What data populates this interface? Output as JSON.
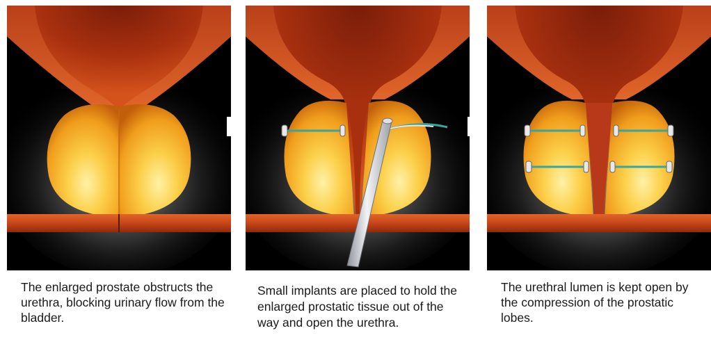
{
  "colors": {
    "prostate_light": "#fbe27a",
    "prostate_mid": "#f7b82a",
    "prostate_dark": "#c9690c",
    "bladder_dark": "#6f1c0a",
    "bladder_light": "#c8401a",
    "implant": "#3aa59a",
    "instrument": "#c9ccd2"
  },
  "panels": [
    {
      "caption": "The enlarged prostate obstructs the urethra, blocking urinary flow from the bladder."
    },
    {
      "caption": "Small implants are placed to hold the enlarged prostatic tissue out of the way and open the urethra."
    },
    {
      "caption": "The urethral lumen is kept open by the compression of the prostatic lobes."
    }
  ]
}
